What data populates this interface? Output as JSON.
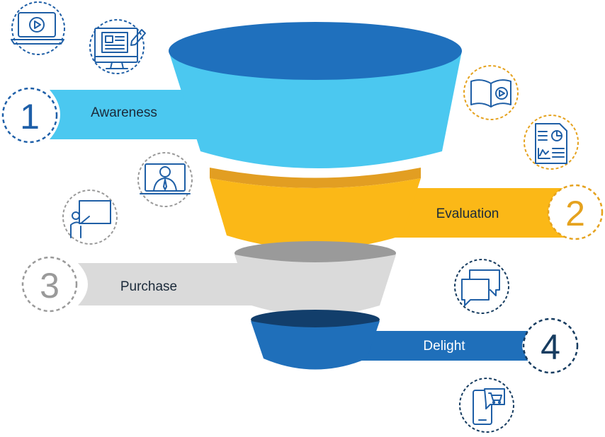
{
  "stages": [
    {
      "number": "1",
      "label": "Awareness",
      "color": "#4BC8F0",
      "dark": "#1F70BD",
      "number_color": "#1E5FA8"
    },
    {
      "number": "2",
      "label": "Evaluation",
      "color": "#FBB817",
      "dark": "#E29E22",
      "number_color": "#E5A21E"
    },
    {
      "number": "3",
      "label": "Purchase",
      "color": "#DADADA",
      "dark": "#9A9A9A",
      "number_color": "#9A9A9A"
    },
    {
      "number": "4",
      "label": "Delight",
      "color": "#1F6FBA",
      "dark": "#123E6B",
      "number_color": "#163C60"
    }
  ],
  "icons": [
    {
      "name": "laptop-video-icon",
      "color": "#1F5FA6"
    },
    {
      "name": "monitor-document-icon",
      "color": "#1F5FA6"
    },
    {
      "name": "book-video-icon",
      "color": "#E5A21E"
    },
    {
      "name": "report-chart-icon",
      "color": "#E5A21E"
    },
    {
      "name": "webinar-presenter-icon",
      "color": "#1F5FA6"
    },
    {
      "name": "presentation-board-icon",
      "color": "#1F5FA6"
    },
    {
      "name": "chat-bubbles-icon",
      "color": "#163C60"
    },
    {
      "name": "mobile-shopping-icon",
      "color": "#163C60"
    }
  ]
}
